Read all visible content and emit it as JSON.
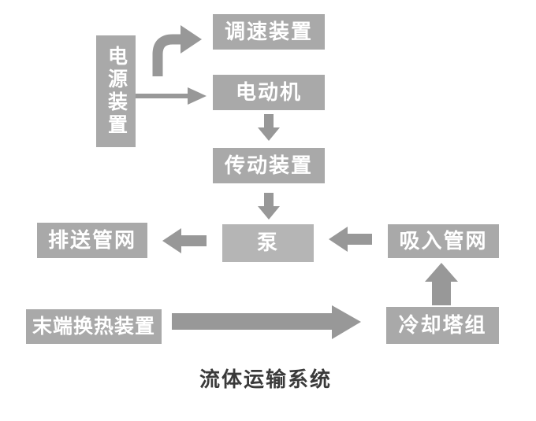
{
  "diagram": {
    "title": "流体运输系统",
    "type": "flowchart",
    "colors": {
      "background": "#ffffff",
      "box_fill": "#a9a9a9",
      "pump_fill": "#b5b5b5",
      "arrow_fill": "#989898",
      "box_text": "#ffffff",
      "title_text": "#3a3a3a"
    },
    "nodes": {
      "power": {
        "label": "电源装置",
        "orientation": "vertical"
      },
      "speed_control": {
        "label": "调速装置"
      },
      "motor": {
        "label": "电动机"
      },
      "transmission": {
        "label": "传动装置"
      },
      "pump": {
        "label": "泵"
      },
      "discharge_network": {
        "label": "排送管网"
      },
      "suction_network": {
        "label": "吸入管网"
      },
      "cooling_towers": {
        "label": "冷却塔组"
      },
      "terminal_heat_exchange": {
        "label": "末端换热装置"
      }
    },
    "edges": [
      {
        "from": "电源装置",
        "to": "调速装置",
        "style": "elbow-up-right"
      },
      {
        "from": "电源装置",
        "to": "电动机",
        "style": "right"
      },
      {
        "from": "电动机",
        "to": "传动装置",
        "style": "down"
      },
      {
        "from": "传动装置",
        "to": "泵",
        "style": "down"
      },
      {
        "from": "泵",
        "to": "排送管网",
        "style": "left"
      },
      {
        "from": "吸入管网",
        "to": "泵",
        "style": "left"
      },
      {
        "from": "冷却塔组",
        "to": "吸入管网",
        "style": "up"
      },
      {
        "from": "末端换热装置",
        "to": "冷却塔组",
        "style": "long-right"
      }
    ]
  }
}
